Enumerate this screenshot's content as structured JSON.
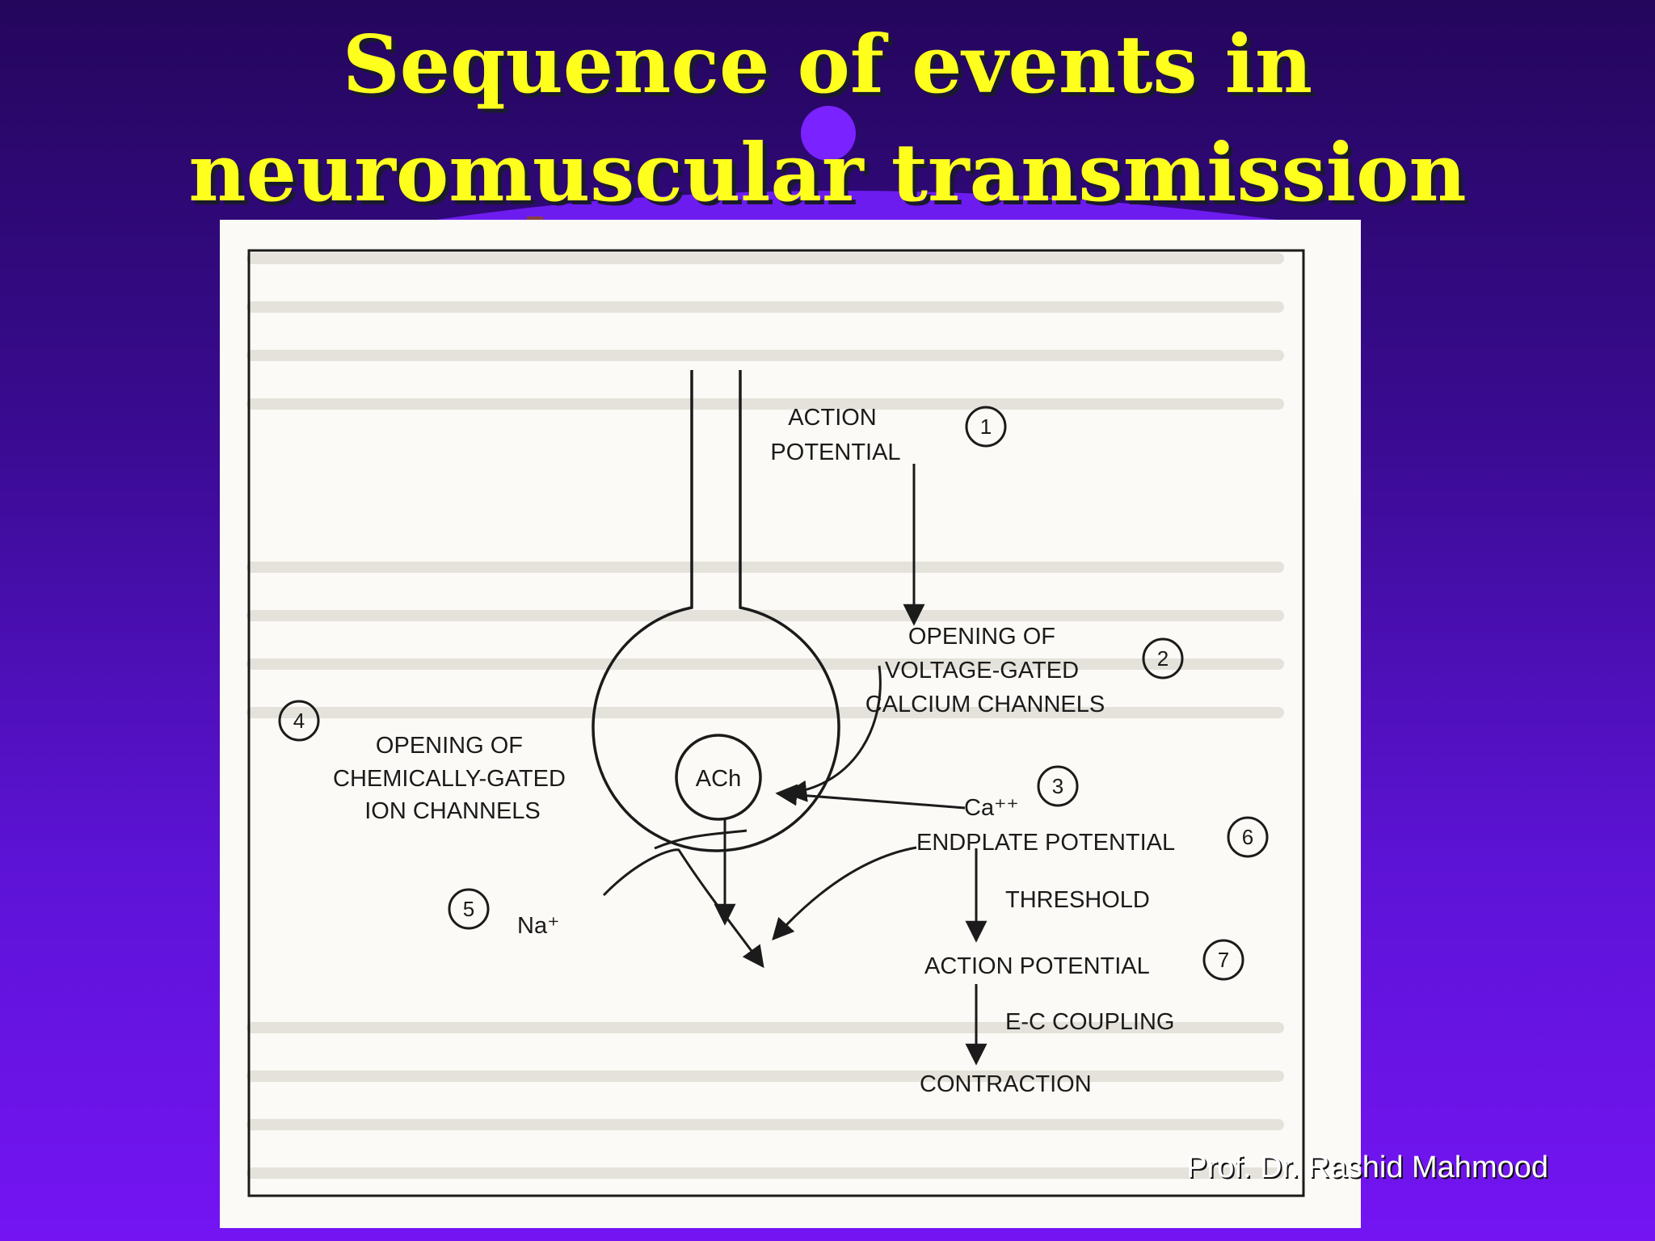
{
  "slide": {
    "title_line1": "Sequence of events in",
    "title_line2": "neuromuscular transmission",
    "credit": "Prof. Dr. Rashid Mahmood"
  },
  "diagram": {
    "steps": [
      {
        "num": "1",
        "lines": [
          "ACTION",
          "POTENTIAL"
        ]
      },
      {
        "num": "2",
        "lines": [
          "OPENING OF",
          "VOLTAGE-GATED",
          "CALCIUM CHANNELS"
        ]
      },
      {
        "num": "3",
        "lines": [
          "Ca⁺⁺"
        ]
      },
      {
        "num": "4",
        "lines": [
          "OPENING OF",
          "CHEMICALLY-GATED",
          "ION CHANNELS"
        ]
      },
      {
        "num": "5",
        "lines": [
          "Na⁺"
        ]
      },
      {
        "num": "6",
        "lines": [
          "ENDPLATE POTENTIAL",
          "THRESHOLD"
        ]
      },
      {
        "num": "7",
        "lines": [
          "ACTION POTENTIAL",
          "E-C COUPLING",
          "CONTRACTION"
        ]
      }
    ],
    "vesicle_label": "ACh"
  },
  "colors": {
    "background_top": "#24065c",
    "background_bottom": "#7414f3",
    "title": "#ffff1e",
    "figure_paper": "#fbfaf6",
    "ink": "#1b1b1b"
  }
}
